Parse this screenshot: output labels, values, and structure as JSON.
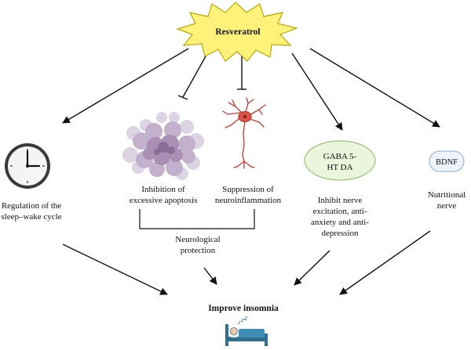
{
  "center": {
    "label": "Resveratrol"
  },
  "effects": {
    "sleep_wake": [
      "Regulation of the",
      "sleep–wake cycle"
    ],
    "apoptosis": [
      "Inhibition of",
      "excessive apoptosis"
    ],
    "neuroinflammation": [
      "Suppression of",
      "neuroinflammation"
    ],
    "gaba": {
      "box": [
        "GABA 5-",
        "HT DA"
      ],
      "caption": [
        "Inhibit nerve",
        "excitation, anti-",
        "anxiety and anti-",
        "depression"
      ]
    },
    "bdnf": {
      "box": "BDNF",
      "caption": [
        "Nutritional",
        "nerve"
      ]
    }
  },
  "bracket_label": [
    "Neurological",
    "protection"
  ],
  "outcome": {
    "label": "Improve insomnia"
  },
  "icons": [
    "starburst",
    "clock-icon",
    "apoptosis-cells-icon",
    "neuron-icon",
    "sleeping-person-bed-icon"
  ],
  "colors": {
    "starburst_fill": "#fff27a",
    "starburst_stroke": "#b8a800",
    "gaba_fill": "#eaf5dc",
    "gaba_stroke": "#9cc07c",
    "bdnf_fill": "#eef4fb",
    "bdnf_stroke": "#9fb6d6",
    "neuron": "#c43a30",
    "cells": "#a98fb4",
    "bed": "#3f8fb4"
  }
}
